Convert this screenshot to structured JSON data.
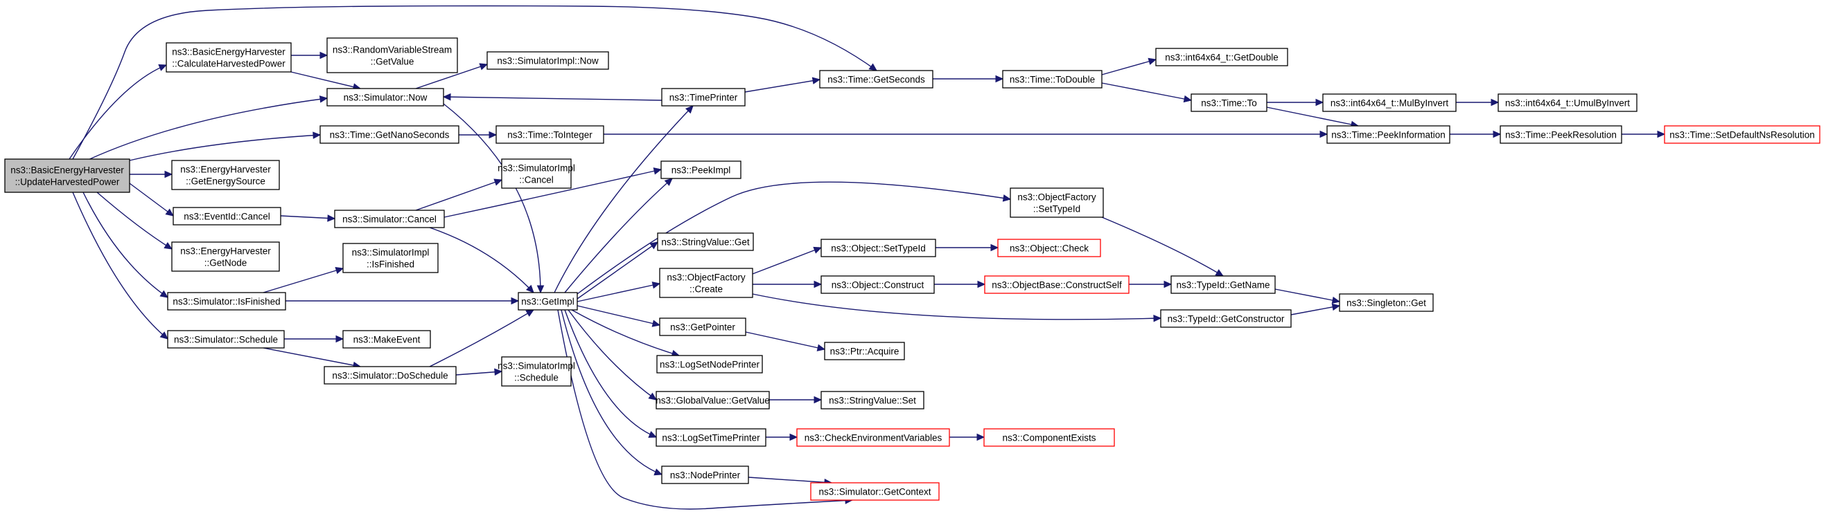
{
  "diagram": {
    "type": "call-graph",
    "colors": {
      "edge": "#191970",
      "node_border": "#000000",
      "node_border_external": "#ff0000",
      "root_fill": "#bfbfbf",
      "node_fill": "#ffffff"
    },
    "nodes": [
      {
        "id": "root",
        "lines": [
          "ns3::BasicEnergyHarvester",
          "::UpdateHarvestedPower"
        ],
        "style": "root"
      },
      {
        "id": "calcPower",
        "lines": [
          "ns3::BasicEnergyHarvester",
          "::CalculateHarvestedPower"
        ]
      },
      {
        "id": "rvsGetValue",
        "lines": [
          "ns3::RandomVariableStream",
          "::GetValue"
        ]
      },
      {
        "id": "simNow",
        "lines": [
          "ns3::Simulator::Now"
        ]
      },
      {
        "id": "simImplNow",
        "lines": [
          "ns3::SimulatorImpl::Now"
        ]
      },
      {
        "id": "getNano",
        "lines": [
          "ns3::Time::GetNanoSeconds"
        ]
      },
      {
        "id": "toInteger",
        "lines": [
          "ns3::Time::ToInteger"
        ]
      },
      {
        "id": "ehGetEnergySource",
        "lines": [
          "ns3::EnergyHarvester",
          "::GetEnergySource"
        ]
      },
      {
        "id": "eventCancel",
        "lines": [
          "ns3::EventId::Cancel"
        ]
      },
      {
        "id": "simCancel",
        "lines": [
          "ns3::Simulator::Cancel"
        ]
      },
      {
        "id": "simImplCancel",
        "lines": [
          "ns3::SimulatorImpl",
          "::Cancel"
        ]
      },
      {
        "id": "ehGetNode",
        "lines": [
          "ns3::EnergyHarvester",
          "::GetNode"
        ]
      },
      {
        "id": "simIsFinished",
        "lines": [
          "ns3::Simulator::IsFinished"
        ]
      },
      {
        "id": "simImplIsFinished",
        "lines": [
          "ns3::SimulatorImpl",
          "::IsFinished"
        ]
      },
      {
        "id": "simSchedule",
        "lines": [
          "ns3::Simulator::Schedule"
        ]
      },
      {
        "id": "makeEvent",
        "lines": [
          "ns3::MakeEvent"
        ]
      },
      {
        "id": "doSchedule",
        "lines": [
          "ns3::Simulator::DoSchedule"
        ]
      },
      {
        "id": "simImplSchedule",
        "lines": [
          "ns3::SimulatorImpl",
          "::Schedule"
        ]
      },
      {
        "id": "getImpl",
        "lines": [
          "ns3::GetImpl"
        ]
      },
      {
        "id": "timePrinter",
        "lines": [
          "ns3::TimePrinter"
        ]
      },
      {
        "id": "peekImpl",
        "lines": [
          "ns3::PeekImpl"
        ]
      },
      {
        "id": "stringValueGet",
        "lines": [
          "ns3::StringValue::Get"
        ]
      },
      {
        "id": "ofCreate",
        "lines": [
          "ns3::ObjectFactory",
          "::Create"
        ]
      },
      {
        "id": "getPointer",
        "lines": [
          "ns3::GetPointer"
        ]
      },
      {
        "id": "logSetNodePrinter",
        "lines": [
          "ns3::LogSetNodePrinter"
        ]
      },
      {
        "id": "gvGetValue",
        "lines": [
          "ns3::GlobalValue::GetValue"
        ]
      },
      {
        "id": "logSetTimePrinter",
        "lines": [
          "ns3::LogSetTimePrinter"
        ]
      },
      {
        "id": "nodePrinter",
        "lines": [
          "ns3::NodePrinter"
        ]
      },
      {
        "id": "getSeconds",
        "lines": [
          "ns3::Time::GetSeconds"
        ]
      },
      {
        "id": "toDouble",
        "lines": [
          "ns3::Time::ToDouble"
        ]
      },
      {
        "id": "i64GetDouble",
        "lines": [
          "ns3::int64x64_t::GetDouble"
        ]
      },
      {
        "id": "timeTo",
        "lines": [
          "ns3::Time::To"
        ]
      },
      {
        "id": "mulByInvert",
        "lines": [
          "ns3::int64x64_t::MulByInvert"
        ]
      },
      {
        "id": "umulByInvert",
        "lines": [
          "ns3::int64x64_t::UmulByInvert"
        ]
      },
      {
        "id": "peekInformation",
        "lines": [
          "ns3::Time::PeekInformation"
        ]
      },
      {
        "id": "peekResolution",
        "lines": [
          "ns3::Time::PeekResolution"
        ]
      },
      {
        "id": "setDefaultNs",
        "lines": [
          "ns3::Time::SetDefaultNsResolution"
        ],
        "style": "red"
      },
      {
        "id": "ofSetTypeId",
        "lines": [
          "ns3::ObjectFactory",
          "::SetTypeId"
        ]
      },
      {
        "id": "objSetTypeId",
        "lines": [
          "ns3::Object::SetTypeId"
        ]
      },
      {
        "id": "objCheck",
        "lines": [
          "ns3::Object::Check"
        ],
        "style": "red"
      },
      {
        "id": "objConstruct",
        "lines": [
          "ns3::Object::Construct"
        ]
      },
      {
        "id": "objBaseConstructSelf",
        "lines": [
          "ns3::ObjectBase::ConstructSelf"
        ],
        "style": "red"
      },
      {
        "id": "typeIdGetName",
        "lines": [
          "ns3::TypeId::GetName"
        ]
      },
      {
        "id": "singletonGet",
        "lines": [
          "ns3::Singleton::Get"
        ]
      },
      {
        "id": "typeIdGetConstructor",
        "lines": [
          "ns3::TypeId::GetConstructor"
        ]
      },
      {
        "id": "ptrAcquire",
        "lines": [
          "ns3::Ptr::Acquire"
        ]
      },
      {
        "id": "stringValueSet",
        "lines": [
          "ns3::StringValue::Set"
        ]
      },
      {
        "id": "checkEnvVars",
        "lines": [
          "ns3::CheckEnvironmentVariables"
        ],
        "style": "red"
      },
      {
        "id": "componentExists",
        "lines": [
          "ns3::ComponentExists"
        ],
        "style": "red"
      },
      {
        "id": "simGetContext",
        "lines": [
          "ns3::Simulator::GetContext"
        ],
        "style": "red"
      }
    ],
    "edges": [
      {
        "from": "root",
        "to": "calcPower"
      },
      {
        "from": "root",
        "to": "getSeconds"
      },
      {
        "from": "root",
        "to": "simNow"
      },
      {
        "from": "root",
        "to": "getNano"
      },
      {
        "from": "root",
        "to": "ehGetEnergySource"
      },
      {
        "from": "root",
        "to": "eventCancel"
      },
      {
        "from": "root",
        "to": "ehGetNode"
      },
      {
        "from": "root",
        "to": "simIsFinished"
      },
      {
        "from": "root",
        "to": "simSchedule"
      },
      {
        "from": "calcPower",
        "to": "rvsGetValue"
      },
      {
        "from": "calcPower",
        "to": "simNow"
      },
      {
        "from": "simNow",
        "to": "simImplNow"
      },
      {
        "from": "simNow",
        "to": "getImpl"
      },
      {
        "from": "timePrinter",
        "to": "simNow"
      },
      {
        "from": "getNano",
        "to": "toInteger"
      },
      {
        "from": "toInteger",
        "to": "peekInformation"
      },
      {
        "from": "eventCancel",
        "to": "simCancel"
      },
      {
        "from": "simCancel",
        "to": "simImplCancel"
      },
      {
        "from": "simCancel",
        "to": "peekImpl"
      },
      {
        "from": "simCancel",
        "to": "getImpl"
      },
      {
        "from": "simIsFinished",
        "to": "simImplIsFinished"
      },
      {
        "from": "simIsFinished",
        "to": "getImpl"
      },
      {
        "from": "simSchedule",
        "to": "makeEvent"
      },
      {
        "from": "simSchedule",
        "to": "doSchedule"
      },
      {
        "from": "doSchedule",
        "to": "simImplSchedule"
      },
      {
        "from": "doSchedule",
        "to": "getImpl"
      },
      {
        "from": "getImpl",
        "to": "timePrinter"
      },
      {
        "from": "getImpl",
        "to": "peekImpl"
      },
      {
        "from": "getImpl",
        "to": "ofSetTypeId"
      },
      {
        "from": "getImpl",
        "to": "stringValueGet"
      },
      {
        "from": "getImpl",
        "to": "ofCreate"
      },
      {
        "from": "getImpl",
        "to": "getPointer"
      },
      {
        "from": "getImpl",
        "to": "logSetNodePrinter"
      },
      {
        "from": "getImpl",
        "to": "gvGetValue"
      },
      {
        "from": "getImpl",
        "to": "logSetTimePrinter"
      },
      {
        "from": "getImpl",
        "to": "nodePrinter"
      },
      {
        "from": "getImpl",
        "to": "simGetContext"
      },
      {
        "from": "timePrinter",
        "to": "getSeconds"
      },
      {
        "from": "getSeconds",
        "to": "toDouble"
      },
      {
        "from": "toDouble",
        "to": "i64GetDouble"
      },
      {
        "from": "toDouble",
        "to": "timeTo"
      },
      {
        "from": "timeTo",
        "to": "mulByInvert"
      },
      {
        "from": "timeTo",
        "to": "peekInformation"
      },
      {
        "from": "mulByInvert",
        "to": "umulByInvert"
      },
      {
        "from": "peekInformation",
        "to": "peekResolution"
      },
      {
        "from": "peekResolution",
        "to": "setDefaultNs"
      },
      {
        "from": "ofSetTypeId",
        "to": "typeIdGetName"
      },
      {
        "from": "ofCreate",
        "to": "objSetTypeId"
      },
      {
        "from": "ofCreate",
        "to": "objConstruct"
      },
      {
        "from": "ofCreate",
        "to": "typeIdGetConstructor"
      },
      {
        "from": "objSetTypeId",
        "to": "objCheck"
      },
      {
        "from": "objConstruct",
        "to": "objBaseConstructSelf"
      },
      {
        "from": "objBaseConstructSelf",
        "to": "typeIdGetName"
      },
      {
        "from": "typeIdGetName",
        "to": "singletonGet"
      },
      {
        "from": "typeIdGetConstructor",
        "to": "singletonGet"
      },
      {
        "from": "getPointer",
        "to": "ptrAcquire"
      },
      {
        "from": "gvGetValue",
        "to": "stringValueSet"
      },
      {
        "from": "logSetTimePrinter",
        "to": "checkEnvVars"
      },
      {
        "from": "checkEnvVars",
        "to": "componentExists"
      },
      {
        "from": "nodePrinter",
        "to": "simGetContext"
      }
    ]
  }
}
